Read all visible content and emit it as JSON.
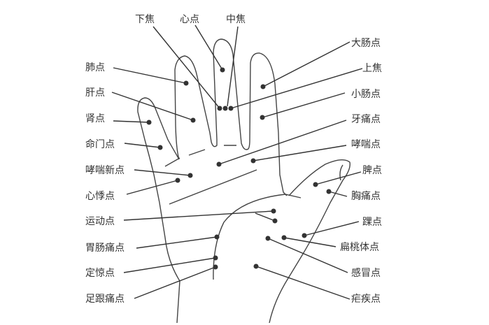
{
  "diagram": {
    "line_color": "#333333",
    "points": [
      {
        "id": "xiajiao",
        "label": "下焦"
      },
      {
        "id": "xindian",
        "label": "心点"
      },
      {
        "id": "zhongjiao",
        "label": "中焦"
      },
      {
        "id": "feidian",
        "label": "肺点"
      },
      {
        "id": "gandian",
        "label": "肝点"
      },
      {
        "id": "shendian",
        "label": "肾点"
      },
      {
        "id": "mingmen",
        "label": "命门点"
      },
      {
        "id": "xiaochuanxin",
        "label": "哮喘新点"
      },
      {
        "id": "xinji",
        "label": "心悸点"
      },
      {
        "id": "yundong",
        "label": "运动点"
      },
      {
        "id": "weichang",
        "label": "胃肠痛点"
      },
      {
        "id": "dingjing",
        "label": "定惊点"
      },
      {
        "id": "zugen",
        "label": "足跟痛点"
      },
      {
        "id": "dachang",
        "label": "大肠点"
      },
      {
        "id": "shangjiao",
        "label": "上焦"
      },
      {
        "id": "xiaochang",
        "label": "小肠点"
      },
      {
        "id": "yatong",
        "label": "牙痛点"
      },
      {
        "id": "xiaochuan",
        "label": "哮喘点"
      },
      {
        "id": "pidian",
        "label": "脾点"
      },
      {
        "id": "xiongtong",
        "label": "胸痛点"
      },
      {
        "id": "huaidian",
        "label": "踝点"
      },
      {
        "id": "biantaoti",
        "label": "扁桃体点"
      },
      {
        "id": "ganmao",
        "label": "感冒点"
      },
      {
        "id": "nueji",
        "label": "疟疾点"
      }
    ]
  }
}
